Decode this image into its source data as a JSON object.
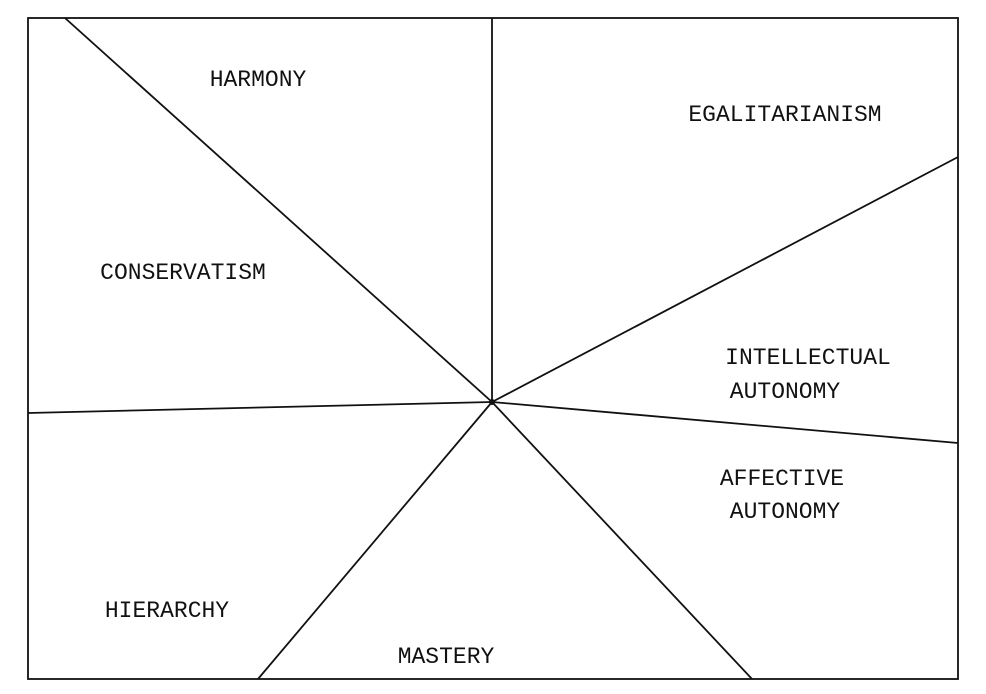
{
  "diagram": {
    "regions": [
      {
        "id": "harmony",
        "lines": [
          "HARMONY"
        ]
      },
      {
        "id": "egalitarianism",
        "lines": [
          "EGALITARIANISM"
        ]
      },
      {
        "id": "conservatism",
        "lines": [
          "CONSERVATISM"
        ]
      },
      {
        "id": "intellectual-autonomy",
        "lines": [
          "INTELLECTUAL",
          "AUTONOMY"
        ]
      },
      {
        "id": "affective-autonomy",
        "lines": [
          "AFFECTIVE",
          "AUTONOMY"
        ]
      },
      {
        "id": "hierarchy",
        "lines": [
          "HIERARCHY"
        ]
      },
      {
        "id": "mastery",
        "lines": [
          "MASTERY"
        ]
      }
    ]
  }
}
